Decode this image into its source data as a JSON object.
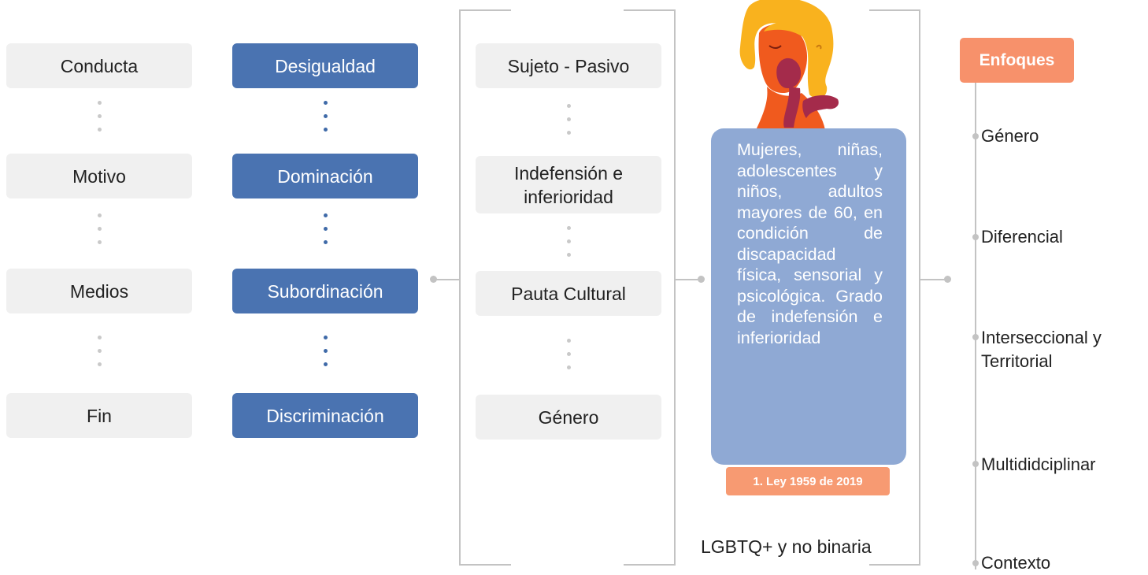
{
  "column_1": [
    "Conducta",
    "Motivo",
    "Medios",
    "Fin"
  ],
  "column_2": [
    "Desigualdad",
    "Dominación",
    "Subordinación",
    "Discriminación"
  ],
  "column_3": [
    "Sujeto - Pasivo",
    "Indefensión e inferioridad",
    "Pauta Cultural",
    "Género"
  ],
  "info_box": {
    "text": "Mujeres, niñas, adolescentes y niños, adultos mayores de 60, en condición de discapacidad física, sensorial y psicológica. Grado de indefensión e inferioridad",
    "tag": "1.  Ley 1959 de 2019",
    "caption": "LGBTQ+ y no binaria"
  },
  "enfoques": {
    "title": "Enfoques",
    "items": [
      "Género",
      "Diferencial",
      "Interseccional y Territorial",
      "Multididciplinar",
      "Contexto"
    ]
  },
  "colors": {
    "blue_box": "#4a73b1",
    "grey_box": "#f0f0f0",
    "info_box": "#8fa9d4",
    "orange": "#f7916b"
  },
  "illustration": "woman-covering-face-illustration"
}
